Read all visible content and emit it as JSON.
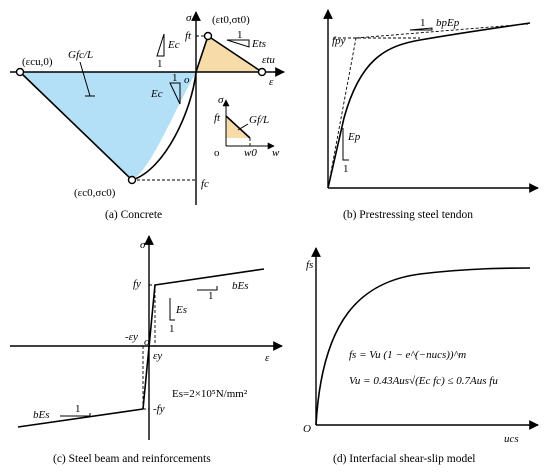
{
  "panels": {
    "a": {
      "caption": "(a) Concrete",
      "sigma": "σ",
      "eps": "ε",
      "origin": "o",
      "ft": "ft",
      "fc": "fc",
      "pt_cu": "(εcu,0)",
      "pt_t0": "(εt0,σt0)",
      "pt_c0": "(εc0,σc0)",
      "eps_tu": "εtu",
      "gfc": "Gfc/L",
      "ec_top": "Ec",
      "ec_mid": "Ec",
      "ets": "Ets",
      "one_a": "1",
      "one_b": "1",
      "one_c": "1",
      "inset_sigma": "σ",
      "inset_ft": "ft",
      "inset_o": "o",
      "inset_w0": "w0",
      "inset_w": "w",
      "inset_gf": "Gf/L"
    },
    "b": {
      "caption": "(b) Prestressing steel tendon",
      "fpy": "fpy",
      "bpEp": "bpEp",
      "one_top": "1",
      "ep": "Ep",
      "one_bot": "1"
    },
    "c": {
      "caption": "(c) Steel beam and reinforcements",
      "sigma": "σ",
      "eps": "ε",
      "fy": "fy",
      "neg_fy": "-fy",
      "neg_ey": "-εy",
      "ey": "εy",
      "o": "o",
      "bEs_top": "bEs",
      "bEs_bot": "bEs",
      "one_top": "1",
      "one_bot": "1",
      "es": "Es",
      "one_es": "1",
      "es_value": "Es=2×10⁵N/mm²"
    },
    "d": {
      "caption": "(d) Interfacial shear-slip model",
      "fs": "fs",
      "ucs": "ucs",
      "origin": "O",
      "eq1": "fs = Vu (1 − e^(−nucs))^m",
      "eq2": "Vu = 0.43Aus√(Ec fc) ≤ 0.7Aus fu"
    }
  },
  "colors": {
    "compression_fill": "#b3e0f7",
    "tension_fill": "#f7dba9"
  }
}
